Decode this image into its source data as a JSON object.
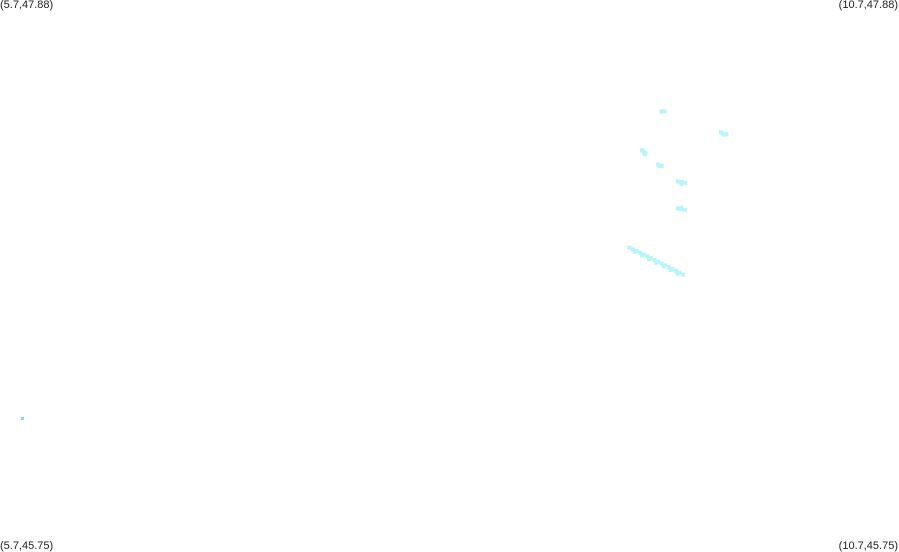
{
  "corners": {
    "top_left": "(5.7,47.88)",
    "top_right": "(10.7,47.88)",
    "bottom_left": "(5.7,45.75)",
    "bottom_right": "(10.7,45.75)"
  },
  "colors": {
    "background": "#ffffff",
    "text": "#222222",
    "cluster": "#b8f4f8",
    "isolated_point": "#7fe0ef"
  },
  "chart_data": {
    "type": "scatter",
    "xlim": [
      5.7,
      10.7
    ],
    "ylim": [
      45.75,
      47.88
    ],
    "grid": false,
    "series": [
      {
        "color": "#b8f4f8",
        "points": [
          [
            9.38,
            47.45
          ],
          [
            9.395,
            47.45
          ],
          [
            9.38,
            47.45
          ],
          [
            9.71,
            47.37
          ],
          [
            9.72,
            47.365
          ],
          [
            9.73,
            47.36
          ],
          [
            9.74,
            47.362
          ],
          [
            9.27,
            47.3
          ],
          [
            9.28,
            47.295
          ],
          [
            9.29,
            47.29
          ],
          [
            9.285,
            47.285
          ],
          [
            9.36,
            47.245
          ],
          [
            9.37,
            47.24
          ],
          [
            9.38,
            47.24
          ],
          [
            9.47,
            47.18
          ],
          [
            9.49,
            47.178
          ],
          [
            9.51,
            47.175
          ],
          [
            9.49,
            47.17
          ],
          [
            9.47,
            47.075
          ],
          [
            9.49,
            47.072
          ],
          [
            9.51,
            47.07
          ],
          [
            9.49,
            47.078
          ],
          [
            9.2,
            46.925
          ],
          [
            9.22,
            46.918
          ],
          [
            9.24,
            46.912
          ],
          [
            9.26,
            46.905
          ],
          [
            9.28,
            46.898
          ],
          [
            9.3,
            46.891
          ],
          [
            9.32,
            46.884
          ],
          [
            9.34,
            46.877
          ],
          [
            9.36,
            46.87
          ],
          [
            9.38,
            46.863
          ],
          [
            9.4,
            46.856
          ],
          [
            9.42,
            46.849
          ],
          [
            9.44,
            46.842
          ],
          [
            9.46,
            46.835
          ],
          [
            9.48,
            46.828
          ],
          [
            9.5,
            46.82
          ],
          [
            9.23,
            46.908
          ],
          [
            9.27,
            46.894
          ],
          [
            9.31,
            46.88
          ],
          [
            9.35,
            46.866
          ],
          [
            9.39,
            46.852
          ],
          [
            9.43,
            46.838
          ],
          [
            9.47,
            46.824
          ]
        ]
      },
      {
        "color": "#7fe0ef",
        "points": [
          [
            5.825,
            46.265
          ]
        ]
      }
    ]
  }
}
